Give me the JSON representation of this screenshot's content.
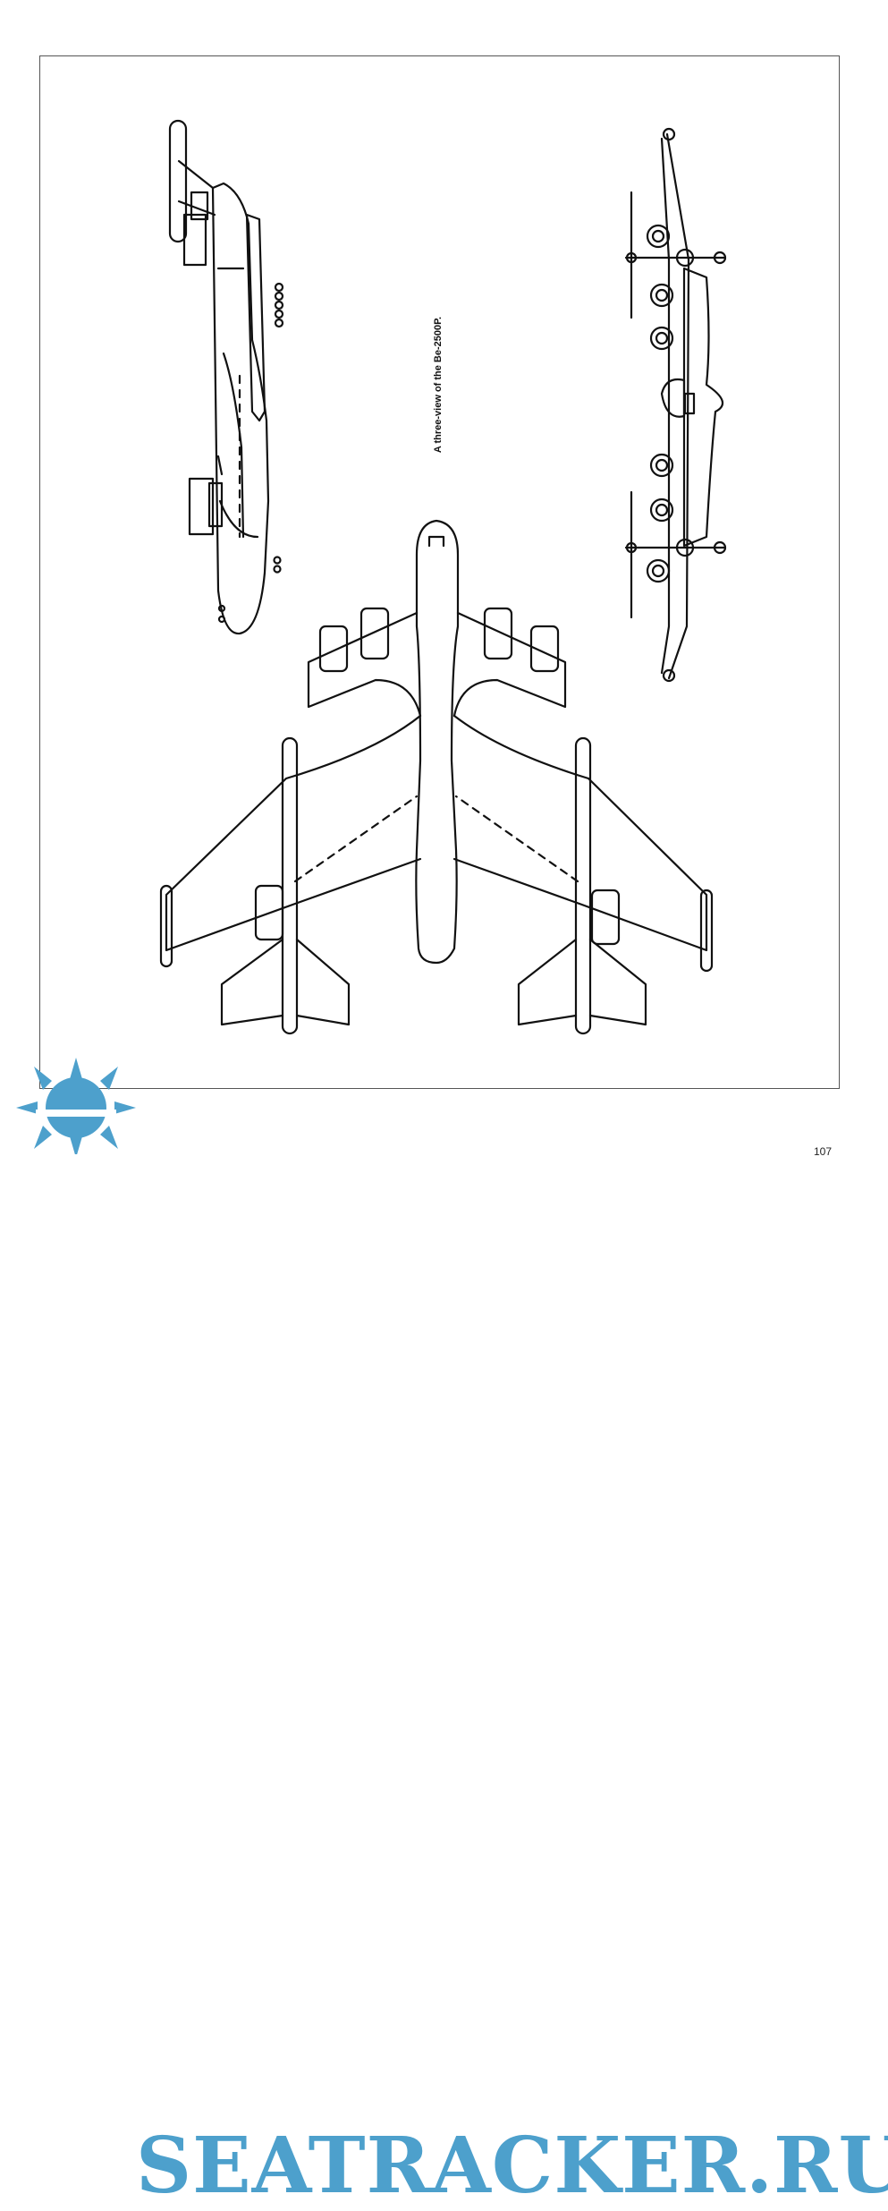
{
  "caption": "A three-view of the Be-2500P.",
  "watermark": {
    "text": "SEATRACKER.RU",
    "color": "#4da0cc"
  },
  "page_number": "107"
}
